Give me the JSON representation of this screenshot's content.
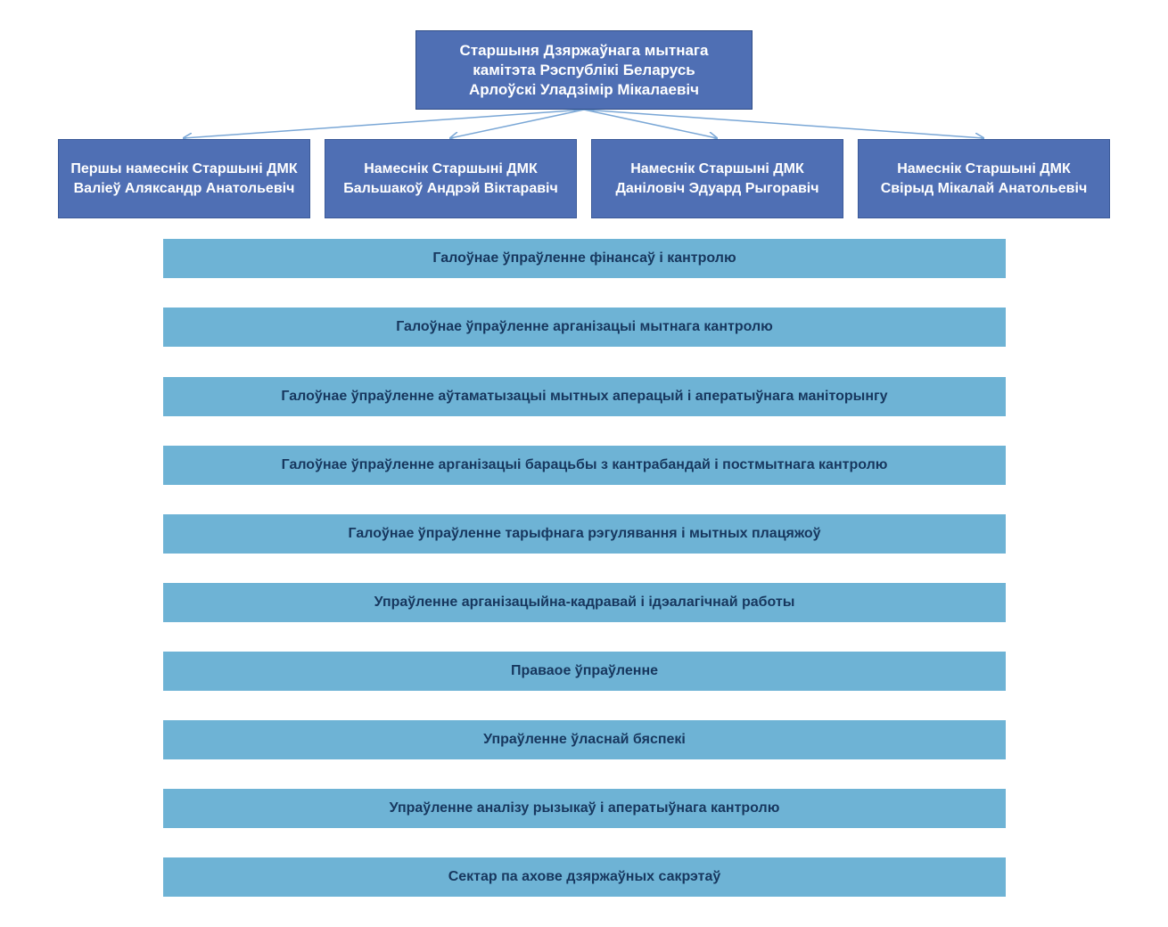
{
  "chairman": {
    "lines": [
      "Старшыня Дзяржаўнага мытнага",
      "камітэта Рэспублікі Беларусь",
      "Арлоўскі Уладзімір Мікалаевіч"
    ]
  },
  "deputies": [
    {
      "lines": [
        "Першы намеснік Старшыні ДМК",
        "Валіеў Аляксандр Анатольевіч"
      ]
    },
    {
      "lines": [
        "Намеснік Старшыні ДМК",
        "Бальшакоў Андрэй Віктаравіч"
      ]
    },
    {
      "lines": [
        "Намеснік Старшыні ДМК",
        "Даніловіч Эдуард Рыгоравіч"
      ]
    },
    {
      "lines": [
        "Намеснік Старшыні ДМК",
        "Свірыд Мікалай Анатольевіч"
      ]
    }
  ],
  "units": [
    "Галоўнае ўпраўленне фінансаў і кантролю",
    "Галоўнае ўпраўленне арганізацыі мытнага кантролю",
    "Галоўнае ўпраўленне аўтаматызацыі мытных аперацый і аператыўнага маніторынгу",
    "Галоўнае ўпраўленне арганізацыі барацьбы з кантрабандай і постмытнага кантролю",
    "Галоўнае ўпраўленне тарыфнага рэгулявання і мытных плацяжоў",
    "Упраўленне арганізацыйна-кадравай і ідэалагічнай работы",
    "Праваое ўпраўленне",
    "Упраўленне ўласнай бяспекі",
    "Упраўленне аналізу рызыкаў і аператыўнага кантролю",
    "Сектар па ахове дзяржаўных сакрэтаў"
  ],
  "colors": {
    "leadership_fill": "#4f6fb4",
    "unit_fill": "#6eb3d5",
    "unit_text": "#17375e",
    "connector": "#7aa7d6"
  }
}
